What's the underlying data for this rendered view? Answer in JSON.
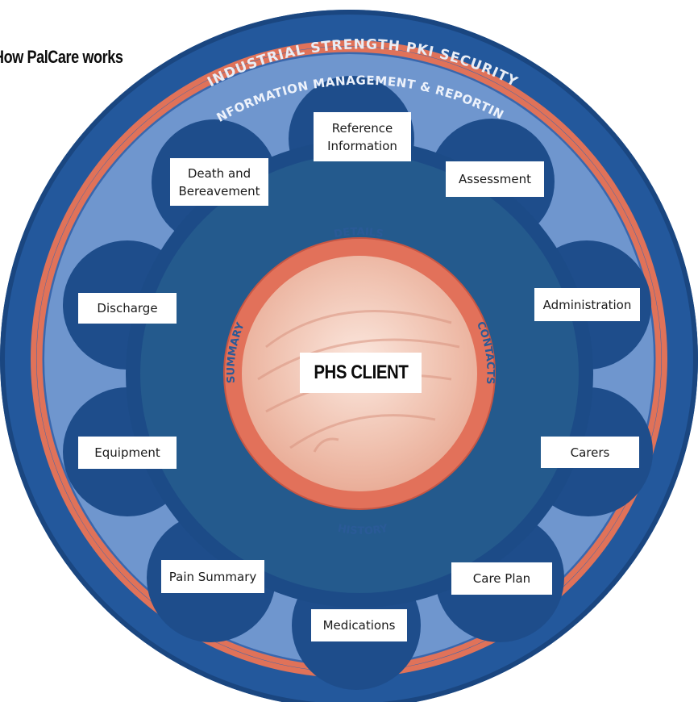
{
  "title": "How PalCare works",
  "outer_ring": {
    "label": "INDUSTRIAL STRENGTH PKI SECURITY",
    "color": "#2a5fa5"
  },
  "info_ring": {
    "label": "INFORMATION MANAGEMENT & REPORTING",
    "color": "#e0705a"
  },
  "inner_ring": {
    "labels": [
      "DETAILS",
      "CONTACTS",
      "HISTORY",
      "SUMMARY"
    ],
    "color": "#e2715a"
  },
  "center": {
    "label": "PHS CLIENT",
    "image": "hands-photo"
  },
  "modules": [
    {
      "name": "reference-information",
      "label": "Reference\nInformation"
    },
    {
      "name": "assessment",
      "label": "Assessment"
    },
    {
      "name": "administration",
      "label": "Administration"
    },
    {
      "name": "carers",
      "label": "Carers"
    },
    {
      "name": "care-plan",
      "label": "Care Plan"
    },
    {
      "name": "medications",
      "label": "Medications"
    },
    {
      "name": "pain-summary",
      "label": "Pain Summary"
    },
    {
      "name": "equipment",
      "label": "Equipment"
    },
    {
      "name": "discharge",
      "label": "Discharge"
    },
    {
      "name": "death-and-bereavement",
      "label": "Death and\nBereavement"
    }
  ],
  "colors": {
    "navy": "#1f4e8c",
    "mid_blue": "#3a6cb5",
    "light_blue": "#6d95cf",
    "salmon": "#e0705a",
    "skin": "#f1c8b8"
  }
}
